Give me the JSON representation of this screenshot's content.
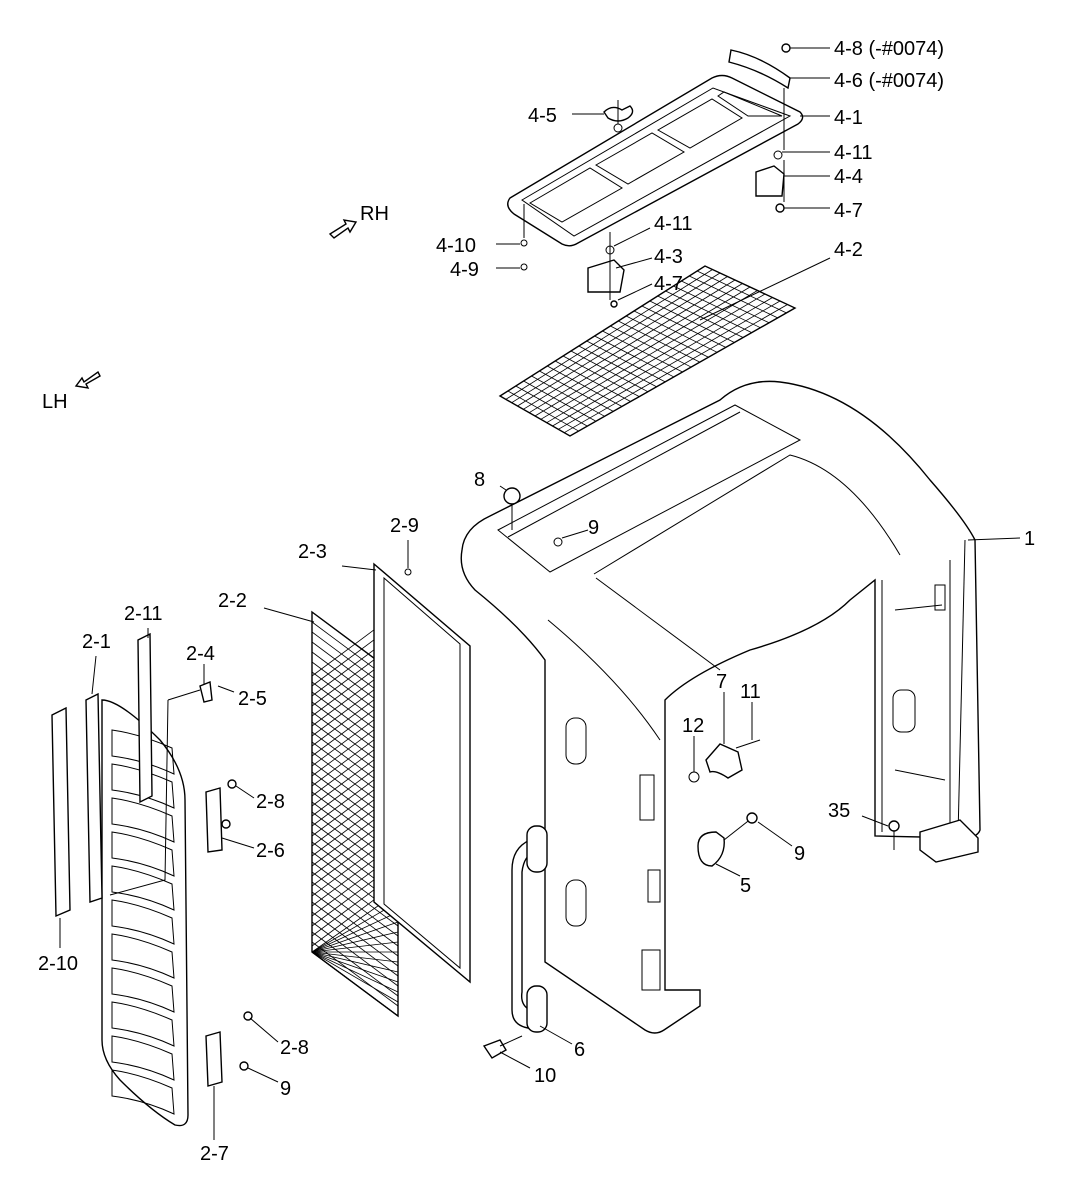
{
  "labels": {
    "l_4_8": "4-8 (-#0074)",
    "l_4_6": "4-6 (-#0074)",
    "l_4_5": "4-5",
    "l_4_1": "4-1",
    "l_4_11a": "4-11",
    "l_4_4": "4-4",
    "l_4_7a": "4-7",
    "l_4_11b": "4-11",
    "l_4_10": "4-10",
    "l_4_3": "4-3",
    "l_4_9": "4-9",
    "l_4_7b": "4-7",
    "l_4_2": "4-2",
    "l_rh": "RH",
    "l_lh": "LH",
    "l_8": "8",
    "l_9a": "9",
    "l_1": "1",
    "l_2_9": "2-9",
    "l_2_3": "2-3",
    "l_2_2": "2-2",
    "l_2_11": "2-11",
    "l_2_1": "2-1",
    "l_2_4": "2-4",
    "l_2_5": "2-5",
    "l_2_8a": "2-8",
    "l_2_6": "2-6",
    "l_2_10": "2-10",
    "l_2_8b": "2-8",
    "l_9c": "9",
    "l_2_7": "2-7",
    "l_11": "11",
    "l_7": "7",
    "l_12": "12",
    "l_35": "35",
    "l_9b": "9",
    "l_5": "5",
    "l_6": "6",
    "l_10": "10"
  }
}
